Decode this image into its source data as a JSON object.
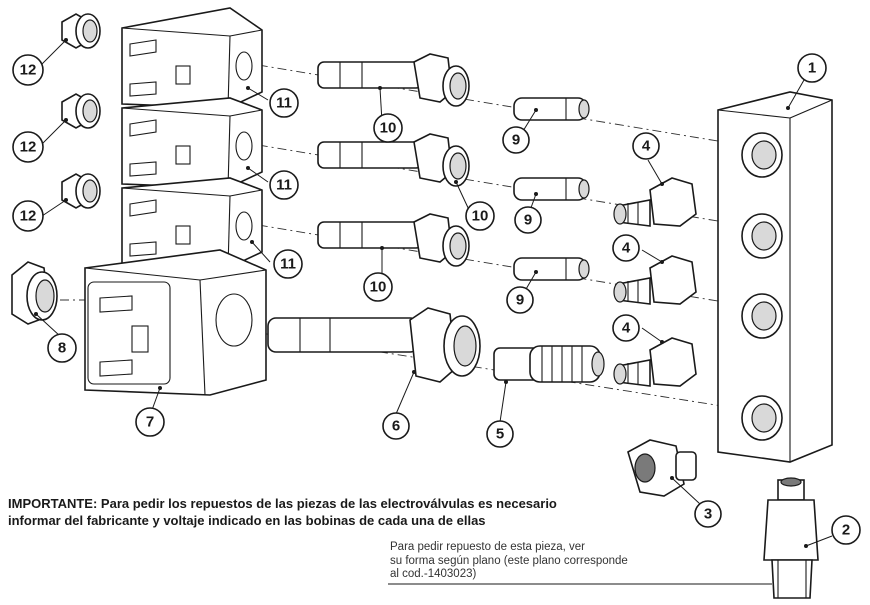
{
  "callouts": {
    "c1": "1",
    "c2": "2",
    "c3": "3",
    "c4a": "4",
    "c4b": "4",
    "c4c": "4",
    "c5": "5",
    "c6": "6",
    "c7": "7",
    "c8": "8",
    "c9a": "9",
    "c9b": "9",
    "c9c": "9",
    "c10a": "10",
    "c10b": "10",
    "c10c": "10",
    "c11a": "11",
    "c11b": "11",
    "c11c": "11",
    "c12a": "12",
    "c12b": "12",
    "c12c": "12"
  },
  "important_line1": "IMPORTANTE: Para pedir los repuestos de las piezas de las electroválvulas es necesario",
  "important_line2": "informar del fabricante y voltaje indicado en las bobinas de cada una de ellas",
  "note_line1": "Para pedir repuesto de esta pieza, ver",
  "note_line2": "su forma según plano (este plano corresponde",
  "note_line3": "al cod.-1403023)"
}
